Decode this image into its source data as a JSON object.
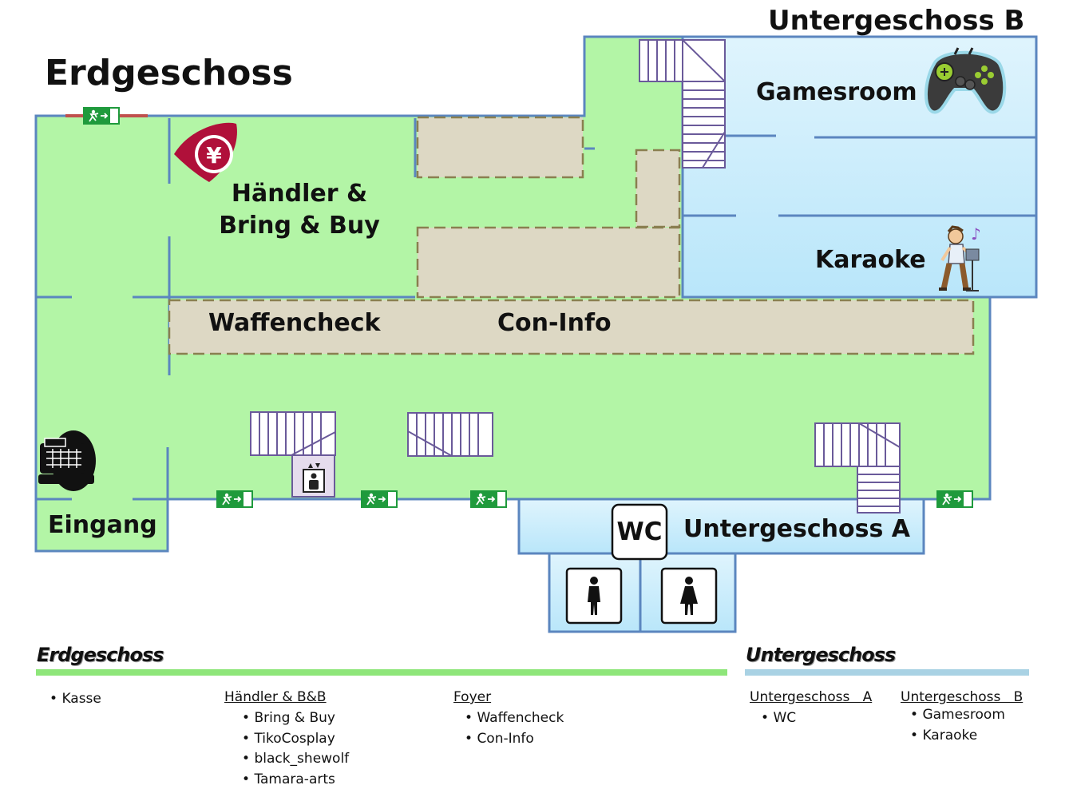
{
  "titles": {
    "ground_floor": "Erdgeschoss",
    "basement_b": "Untergeschoss B"
  },
  "rooms": {
    "haendler_line1": "Händler &",
    "haendler_line2": "Bring & Buy",
    "waffencheck": "Waffencheck",
    "con_info": "Con-Info",
    "gamesroom": "Gamesroom",
    "karaoke": "Karaoke",
    "eingang": "Eingang",
    "basement_a": "Untergeschoss A",
    "wc_sign": "WC"
  },
  "icons": {
    "cashier": "cash-register-icon",
    "yen": "yen-sign-icon",
    "gamepad": "gamepad-icon",
    "singer": "karaoke-singer-icon",
    "elevator": "elevator-icon",
    "men": "men-toilet-icon",
    "women": "women-toilet-icon",
    "exit": "emergency-exit-icon",
    "yen_symbol": "¥"
  },
  "colors": {
    "ground_floor": "#b3f5a6",
    "basement": "#c8ecfb",
    "stand_area": "#ddd8c4",
    "wall": "#5b86bf",
    "exit_green": "#1f9a3c",
    "legend_green": "#8ee67a",
    "legend_blue": "#a9d2e4"
  },
  "legend": {
    "ground_heading": "Erdgeschoss",
    "basement_heading": "Untergeschoss",
    "col_kasse": {
      "items": [
        "Kasse"
      ]
    },
    "col_haendler": {
      "header": "Händler  & B&B",
      "items": [
        "Bring & Buy",
        "TikoCosplay",
        "black_shewolf",
        "Tamara-arts"
      ]
    },
    "col_foyer": {
      "header": "Foyer",
      "items": [
        "Waffencheck",
        "Con-Info"
      ]
    },
    "col_ug_a": {
      "header": "Untergeschoss   A",
      "items": [
        "WC"
      ]
    },
    "col_ug_b": {
      "header": "Untergeschoss   B",
      "items": [
        "Gamesroom",
        "Karaoke"
      ]
    }
  }
}
